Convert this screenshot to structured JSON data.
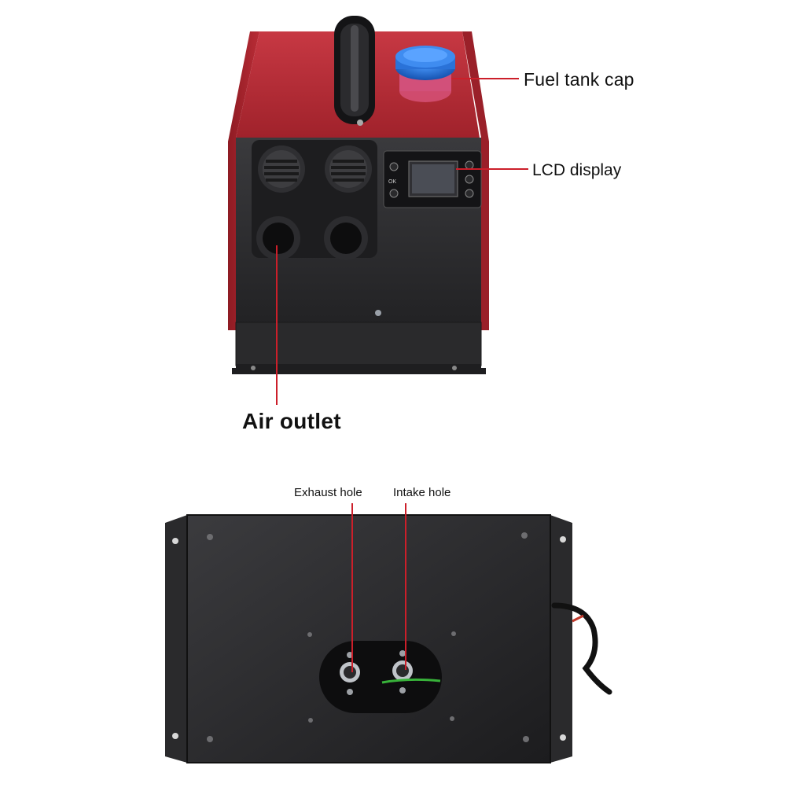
{
  "labels": {
    "fuel_tank_cap": "Fuel tank cap",
    "lcd_display": "LCD display",
    "air_outlet": "Air outlet",
    "exhaust_hole": "Exhaust hole",
    "intake_hole": "Intake hole"
  },
  "panel_buttons": {
    "ok": "OK"
  },
  "colors": {
    "housing_red": "#b32a33",
    "panel_black": "#2b2b2e",
    "cap_blue": "#1f6fd6",
    "callout_line": "#cc1f2a",
    "green_strap": "#38b23a"
  }
}
